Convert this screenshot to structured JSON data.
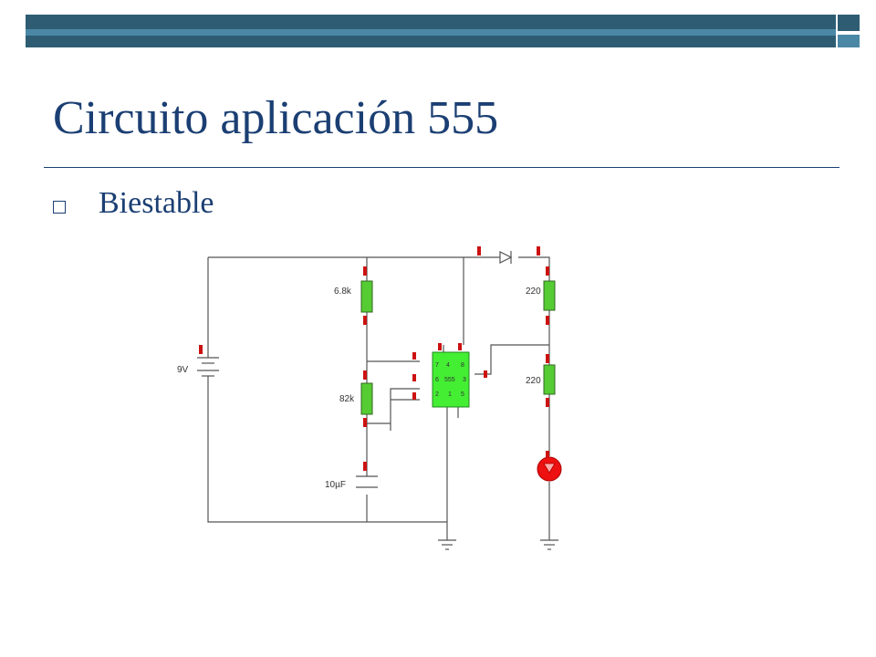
{
  "slide": {
    "title": "Circuito aplicación 555",
    "bullet": "Biestable"
  },
  "circuit": {
    "components": {
      "battery": "9V",
      "r1": "6.8k",
      "r2": "82k",
      "cap": "10µF",
      "r3": "220",
      "r4": "220",
      "ic": "555"
    },
    "ic_pins": {
      "p7": "7",
      "p4": "4",
      "p8": "8",
      "p6": "6",
      "p3": "3",
      "p2": "2",
      "p1": "1",
      "p5": "5"
    }
  },
  "colors": {
    "title_color": "#1b3f73",
    "bar_dark": "#2e5d73",
    "bar_light": "#4b88a6",
    "resistor_green": "#55cc33",
    "ic_green": "#44ee33",
    "led_red": "#ee1111",
    "probe_red": "#cc1111"
  }
}
